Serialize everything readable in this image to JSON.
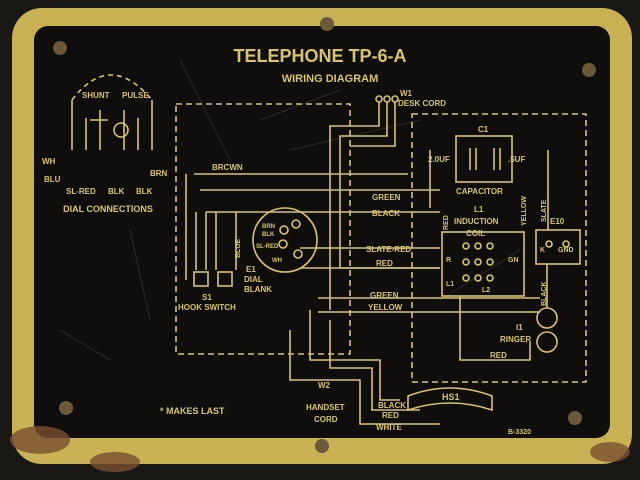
{
  "plate": {
    "title": "TELEPHONE TP-6-A",
    "subtitle": "WIRING DIAGRAM",
    "part_number": "B-3320",
    "footnote": "* MAKES LAST"
  },
  "dial": {
    "caption": "DIAL CONNECTIONS",
    "shunt": "SHUNT",
    "pulse": "PULSE",
    "wh": "WH",
    "blu": "BLU",
    "sl_red": "SL-RED",
    "blk1": "BLK",
    "blk2": "BLK",
    "brn": "BRN"
  },
  "desk_cord": {
    "id": "W1",
    "label": "DESK CORD"
  },
  "capacitor": {
    "id": "C1",
    "value_left": "2.0UF",
    "value_right": ".5UF",
    "label": "CAPACITOR"
  },
  "induction_coil": {
    "id": "L1",
    "label1": "INDUCTION",
    "label2": "COIL"
  },
  "terminal_block": {
    "id": "E10",
    "k": "K",
    "gnd": "GND"
  },
  "ringer": {
    "id": "I1",
    "label": "RINGER"
  },
  "hook_switch": {
    "id": "S1",
    "label": "HOOK SWITCH"
  },
  "dial_blank": {
    "id": "E1",
    "label1": "DIAL",
    "label2": "BLANK"
  },
  "handset": {
    "id": "HS1"
  },
  "handset_cord": {
    "id": "W2",
    "label1": "HANDSET",
    "label2": "CORD"
  },
  "dial_terminals": {
    "t1": "BRN",
    "t2": "BLK",
    "t3": "SL-RED",
    "t4": "WH"
  },
  "wire_labels": {
    "brown": "BRCWN",
    "green_top": "GREEN",
    "black_top": "BLACK",
    "slate_red": "SLATE-RED",
    "red_mid": "RED",
    "green_low": "GREEN",
    "yellow_low": "YELLOW",
    "blue": "BLUE",
    "red_coil": "RED",
    "yellow_cap": "YELLOW",
    "slate": "SLATE",
    "black_ringer": "BLACK",
    "red_ringer": "RED",
    "black_cord": "BLACK",
    "red_cord": "RED",
    "white_cord": "WHITE",
    "gn": "GN",
    "r": "R",
    "l1": "L1",
    "l2": "L2"
  },
  "colors": {
    "background": "#1a1814",
    "plate_border": "#c8b254",
    "plate_face": "#0f0e0c",
    "ink": "#d8c46a"
  }
}
